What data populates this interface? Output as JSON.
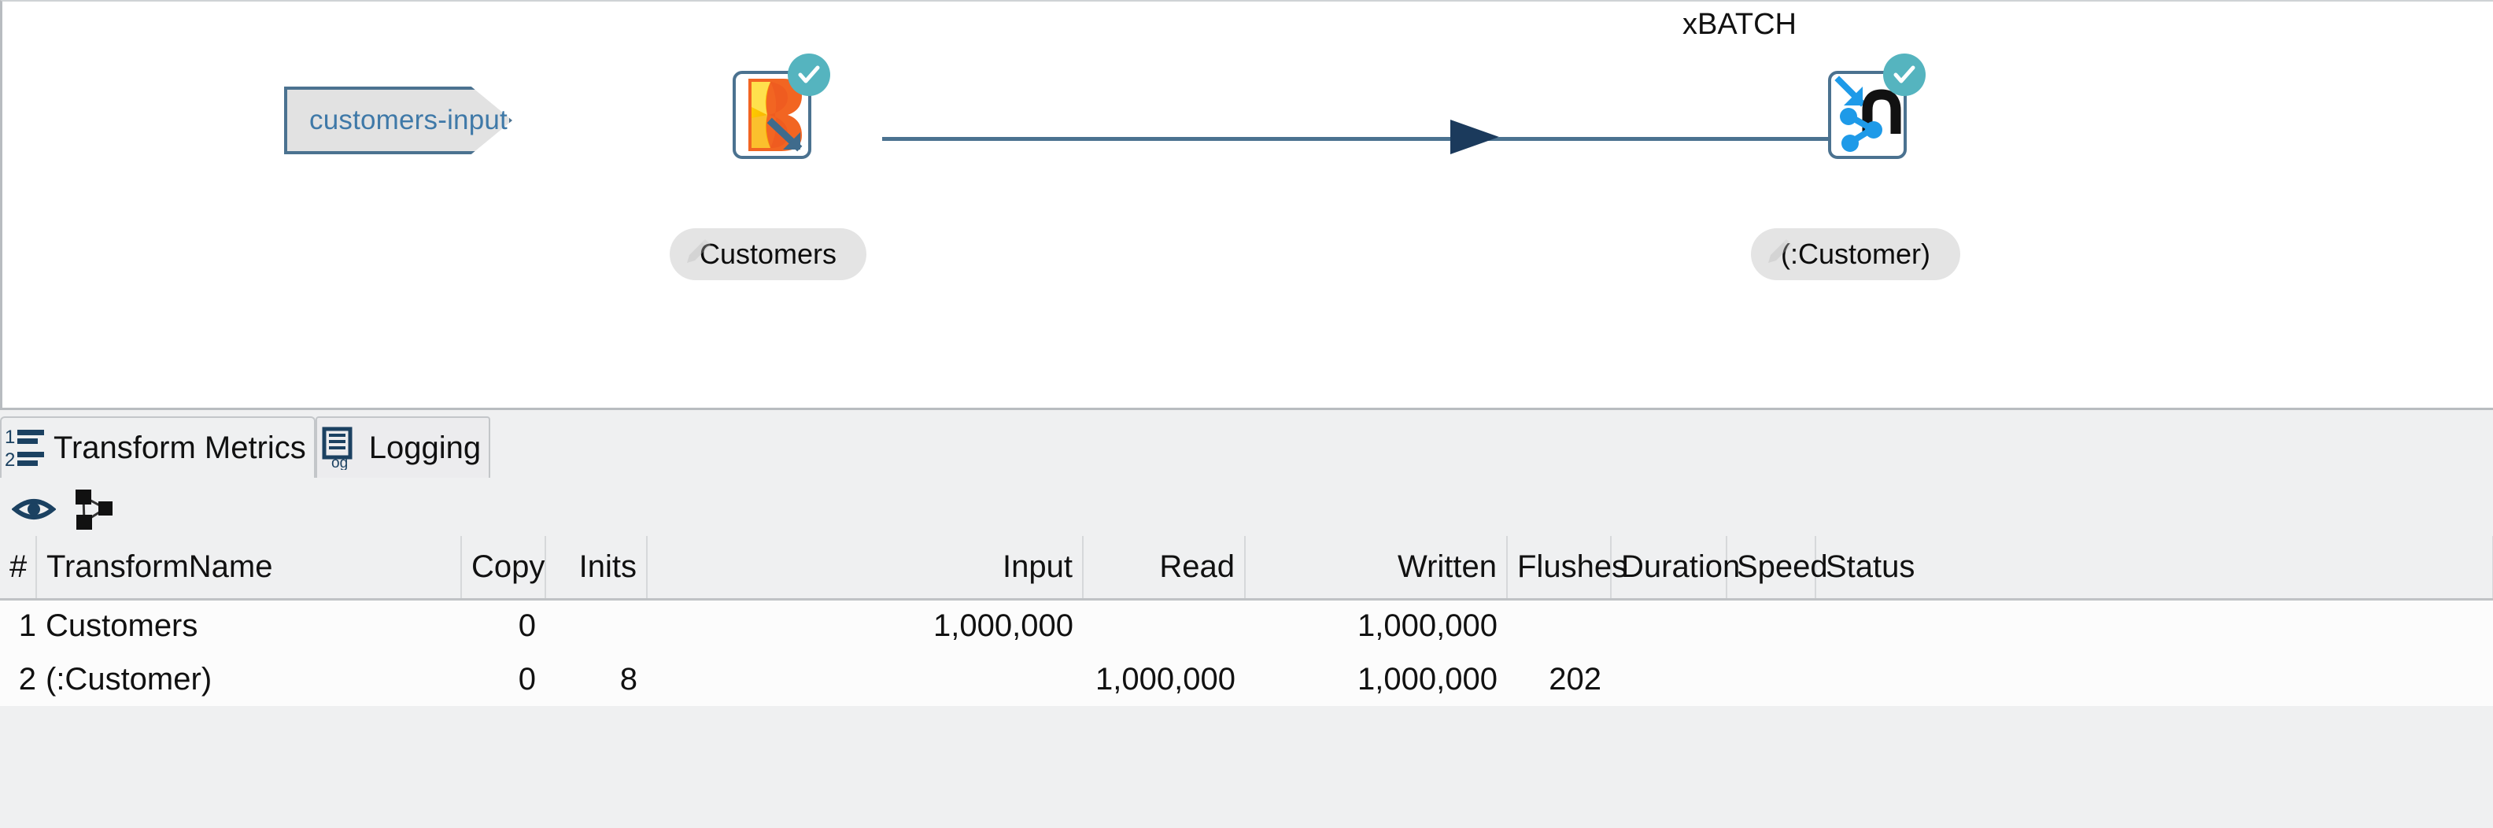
{
  "canvas": {
    "input_node": {
      "label": "customers-input",
      "icon": "arrow-shape-icon"
    },
    "nodes": [
      {
        "id": "customers",
        "pill_label": "Customers",
        "icon": "beam-file-input-icon",
        "status_icon": "check-circle-icon",
        "top_label": ""
      },
      {
        "id": "customer-output",
        "pill_label": "(:Customer)",
        "icon": "neo4j-graph-output-icon",
        "status_icon": "check-circle-icon",
        "top_label": "xBATCH"
      }
    ],
    "hop": {
      "arrow_icon": "arrow-right-icon"
    },
    "colors": {
      "node_border": "#4b7290",
      "hop_line": "#4b7290",
      "arrow_fill": "#1b3a5c",
      "status_badge": "#55b4bf",
      "input_fill": "#e2e2e2",
      "input_text": "#3f79a8",
      "pill_fill": "#e4e4e4"
    }
  },
  "bottom_panel": {
    "tabs": [
      {
        "label": "Transform Metrics",
        "icon": "numbered-list-icon",
        "active": true
      },
      {
        "label": "Logging",
        "icon": "log-document-icon",
        "active": false
      }
    ],
    "toolbar": [
      {
        "name": "preview-icon",
        "icon": "eye-icon"
      },
      {
        "name": "show-graph-icon",
        "icon": "network-graph-icon"
      }
    ],
    "table": {
      "columns": [
        {
          "key": "num",
          "label": "#",
          "align": "right"
        },
        {
          "key": "transform_name",
          "label": "TransformName",
          "align": "left"
        },
        {
          "key": "copy",
          "label": "Copy",
          "align": "right"
        },
        {
          "key": "inits",
          "label": "Inits",
          "align": "right"
        },
        {
          "key": "input",
          "label": "Input",
          "align": "right"
        },
        {
          "key": "read",
          "label": "Read",
          "align": "right"
        },
        {
          "key": "written",
          "label": "Written",
          "align": "right"
        },
        {
          "key": "flushes",
          "label": "Flushes",
          "align": "right"
        },
        {
          "key": "duration",
          "label": "Duration",
          "align": "right"
        },
        {
          "key": "speed",
          "label": "Speed",
          "align": "right"
        },
        {
          "key": "status",
          "label": "Status",
          "align": "right"
        }
      ],
      "rows": [
        {
          "num": "1",
          "transform_name": "Customers",
          "copy": "0",
          "inits": "",
          "input": "1,000,000",
          "read": "",
          "written": "1,000,000",
          "flushes": "",
          "duration": "",
          "speed": "",
          "status": ""
        },
        {
          "num": "2",
          "transform_name": "(:Customer)",
          "copy": "0",
          "inits": "8",
          "input": "",
          "read": "1,000,000",
          "written": "1,000,000",
          "flushes": "202",
          "duration": "",
          "speed": "",
          "status": ""
        }
      ]
    }
  }
}
